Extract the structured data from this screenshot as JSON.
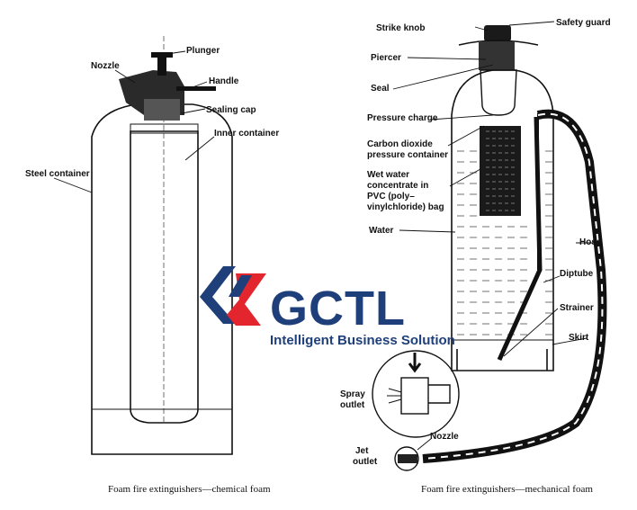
{
  "left_diagram": {
    "labels": {
      "plunger": "Plunger",
      "nozzle": "Nozzle",
      "handle": "Handle",
      "sealing_cap": "Sealing cap",
      "inner_container": "Inner container",
      "steel_container": "Steel container"
    },
    "caption": "Foam fire extinguishers—chemical foam"
  },
  "right_diagram": {
    "labels": {
      "strike_knob": "Strike knob",
      "safety_guard": "Safety guard",
      "piercer": "Piercer",
      "seal": "Seal",
      "pressure_charge": "Pressure charge",
      "co2_line1": "Carbon dioxide",
      "co2_line2": "pressure container",
      "bag_line1": "Wet water",
      "bag_line2": "concentrate in",
      "bag_line3": "PVC (poly–",
      "bag_line4": "vinylchloride) bag",
      "water": "Water",
      "hose": "Hose",
      "diptube": "Diptube",
      "strainer": "Strainer",
      "skirt": "Skirt",
      "spray_line1": "Spray",
      "spray_line2": "outlet",
      "nozzle": "Nozzle",
      "jet_line1": "Jet",
      "jet_line2": "outlet"
    },
    "caption": "Foam fire extinguishers—mechanical foam"
  },
  "watermark": {
    "name": "GCTL",
    "tagline": "Intelligent Business Solution",
    "colors": {
      "blue": "#1e3f7a",
      "red": "#e3262e"
    }
  }
}
